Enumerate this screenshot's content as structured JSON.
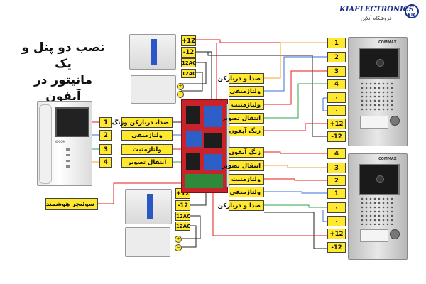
{
  "header": {
    "title_lines": [
      "نصب دو پنل و یک",
      "مانیتور در آیفون",
      "تصویری"
    ],
    "logo_brand": "KIAELECTRONICS",
    "logo_sub": "فروشگاه آنلاین",
    "logo_badge": "KIA"
  },
  "top_power": {
    "labels": [
      "+12",
      "-12",
      "12AC",
      "12AC"
    ]
  },
  "bottom_power": {
    "labels": [
      "+12",
      "-12",
      "12AC",
      "12AC"
    ]
  },
  "monitor": {
    "brand": "KOCOM",
    "terminals": [
      {
        "num": "1",
        "label": "صدا، دربازکن وزنگ"
      },
      {
        "num": "2",
        "label": "ولتاژمنفی"
      },
      {
        "num": "3",
        "label": "ولتاژمثبت"
      },
      {
        "num": "4",
        "label": "انتقال تصویر"
      }
    ]
  },
  "switch_label": "سوئیچر هوشمند",
  "switcher_top_labels": [
    "صدا و دربازکن",
    "ولتاژمنفی",
    "ولتاژمثبت",
    "انتقال تصویر",
    "زنگ آیفون"
  ],
  "switcher_bottom_labels": [
    "زنگ آیفون",
    "انتقال تصویر",
    "ولتاژمثبت",
    "ولتاژمنفی",
    "صدا و دربازکن"
  ],
  "panel_top": {
    "brand": "COMMAX",
    "terminals": [
      "1",
      "2",
      "3",
      "4",
      "۰",
      "۰",
      "+12",
      "-12"
    ]
  },
  "panel_bottom": {
    "brand": "COMMAX",
    "terminals": [
      "4",
      "3",
      "2",
      "1",
      "۰",
      "۰",
      "+12",
      "-12"
    ]
  },
  "colors": {
    "tag_yellow": "#ffe82e",
    "wire_red": "#e31b1b",
    "wire_blue": "#3a6fd8",
    "wire_green": "#2ca64a",
    "wire_orange": "#f0a030",
    "wire_black": "#222222",
    "board_red": "#c8222a"
  }
}
